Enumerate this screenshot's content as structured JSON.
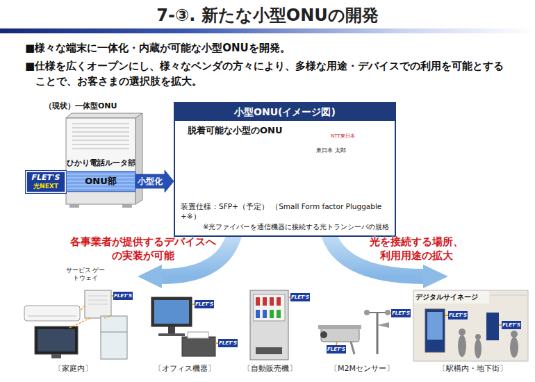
{
  "diagram": {
    "title": "7-③. 新たな小型ONUの開発",
    "nodes": [
      {
        "text": [
          "（現状）一体型ONU"
        ]
      },
      {
        "text": [
          "ひかり電話ルータ部"
        ],
        "in": 0
      },
      {
        "text": [
          "ONU部"
        ],
        "in": 0
      },
      {
        "text": [
          "小型ONU(イメージ図)",
          "脱着可能な小型のONU",
          "装置仕様：SFP+（予定） （Small Form factor Pluggable +※）",
          "※光ファイバーを通信機器に接続する光トランシーバの規格"
        ]
      }
    ],
    "edges": [
      {
        "from": 2,
        "to": 3,
        "label": "小型化",
        "arrow": "to"
      }
    ],
    "labels": [
      "■様々な端末に一体化・内蔵が可能な小型ONUを開発。",
      "■仕様を広くオープンにし、様々なベンダの方々により、多様な用途・デバイスでの利用を可能とすることで、お客さまの選択肢を拡大。",
      "FLET'S",
      "光NEXT",
      "NTT東日本",
      "東日本 太郎",
      "各事業者が提供するデバイスへの実装が可能",
      "光を接続する場所、利用用途の拡大",
      "サービス ゲートウェイ",
      "デジタルサイネージ",
      "〔家庭内〕",
      "〔オフィス機器〕",
      "〔自動販売機〕",
      "〔M2Mセンサー〕",
      "〔駅構内・地下街〕",
      "FLET'S",
      "FLET'S",
      "FLET'S",
      "FLET'S",
      "FLET'S",
      "FLET'S",
      "FLET'S",
      "FLET'S"
    ]
  }
}
